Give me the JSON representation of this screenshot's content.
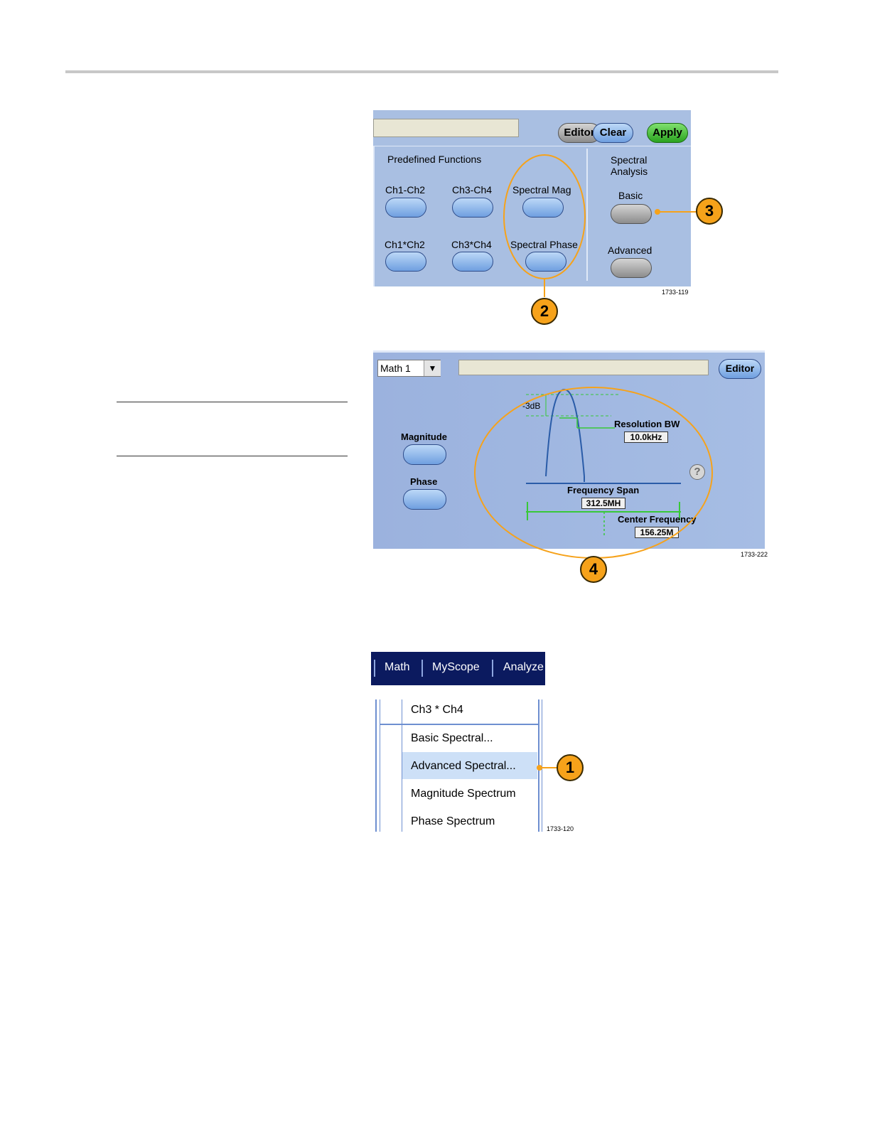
{
  "panel1": {
    "editor": "Editor",
    "clear": "Clear",
    "apply": "Apply",
    "predefined_title": "Predefined Functions",
    "functions": [
      "Ch1-Ch2",
      "Ch3-Ch4",
      "Spectral Mag",
      "Ch1*Ch2",
      "Ch3*Ch4",
      "Spectral Phase"
    ],
    "spectral_title_1": "Spectral",
    "spectral_title_2": "Analysis",
    "basic": "Basic",
    "advanced": "Advanced",
    "fig_id": "1733-119"
  },
  "panel2": {
    "math_select": "Math 1",
    "dropdown_arrow": "▼",
    "editor": "Editor",
    "magnitude": "Magnitude",
    "phase": "Phase",
    "minus3db": "-3dB",
    "resolution_bw_label": "Resolution BW",
    "resolution_bw_value": "10.0kHz",
    "frequency_span_label": "Frequency Span",
    "frequency_span_value": "312.5MH",
    "center_frequency_label": "Center Frequency",
    "center_frequency_value": "156.25M",
    "help": "?",
    "fig_id": "1733-222"
  },
  "panel3": {
    "menubar": [
      "Math",
      "MyScope",
      "Analyze"
    ],
    "items": [
      "Ch3 * Ch4",
      "Basic Spectral...",
      "Advanced Spectral...",
      "Magnitude Spectrum",
      "Phase Spectrum"
    ],
    "fig_id": "1733-120"
  },
  "callouts": [
    "1",
    "2",
    "3",
    "4"
  ],
  "colors": {
    "panel_bg": "#a9bfe2",
    "callout": "#f6a21a",
    "menubar": "#0b1a5f",
    "highlight": "#cde0f7"
  }
}
